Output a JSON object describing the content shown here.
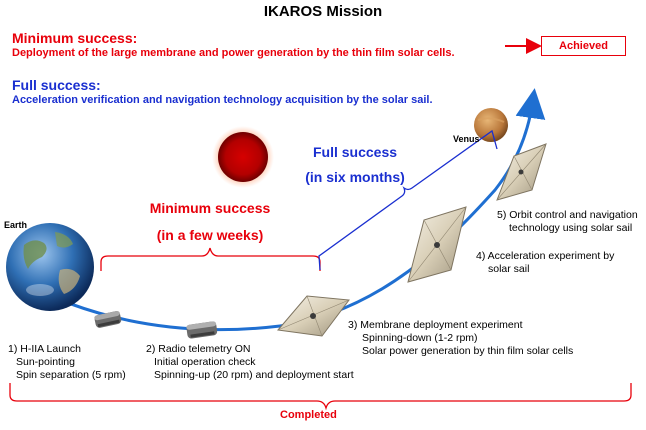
{
  "title": "IKAROS Mission",
  "minimum": {
    "heading": "Minimum success:",
    "description": "Deployment of the large membrane and power generation by the thin film solar cells.",
    "status": "Achieved"
  },
  "full": {
    "heading": "Full success:",
    "description": "Acceleration verification and navigation technology acquisition by the solar sail."
  },
  "diagram": {
    "earth_label": "Earth",
    "venus_label": "Venus",
    "min_success_line1": "Minimum success",
    "min_success_line2": "(in a few weeks)",
    "full_success_line1": "Full success",
    "full_success_line2": "(in six months)",
    "completed_label": "Completed"
  },
  "steps": [
    {
      "title": "1) H-IIA Launch",
      "details": [
        "Sun-pointing",
        "Spin separation (5 rpm)"
      ]
    },
    {
      "title": "2) Radio telemetry ON",
      "details": [
        "Initial operation check",
        "Spinning-up (20 rpm) and deployment start"
      ]
    },
    {
      "title": "3) Membrane deployment experiment",
      "details": [
        "Spinning-down (1-2 rpm)",
        "Solar power generation by thin film solar cells"
      ]
    },
    {
      "title": "4) Acceleration experiment by",
      "details": [
        "solar sail"
      ]
    },
    {
      "title": "5) Orbit control and navigation",
      "details": [
        "technology using solar sail"
      ]
    }
  ],
  "colors": {
    "red": "#e8000b",
    "blue": "#1a2fd0",
    "trajectory": "#1f6fd1"
  },
  "icons": [
    "sun-icon",
    "earth-icon",
    "venus-icon",
    "spacecraft-icon",
    "solar-sail-icon"
  ]
}
